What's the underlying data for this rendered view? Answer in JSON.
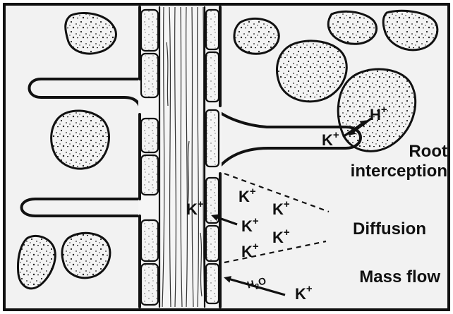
{
  "ions": {
    "k": "K",
    "h": "H",
    "charge": "+"
  },
  "labels": {
    "root_line1": "Root",
    "root_line2": "interception",
    "diffusion": "Diffusion",
    "mass_flow": "Mass flow",
    "water_h": "H",
    "water_2": "2",
    "water_o": "O"
  }
}
